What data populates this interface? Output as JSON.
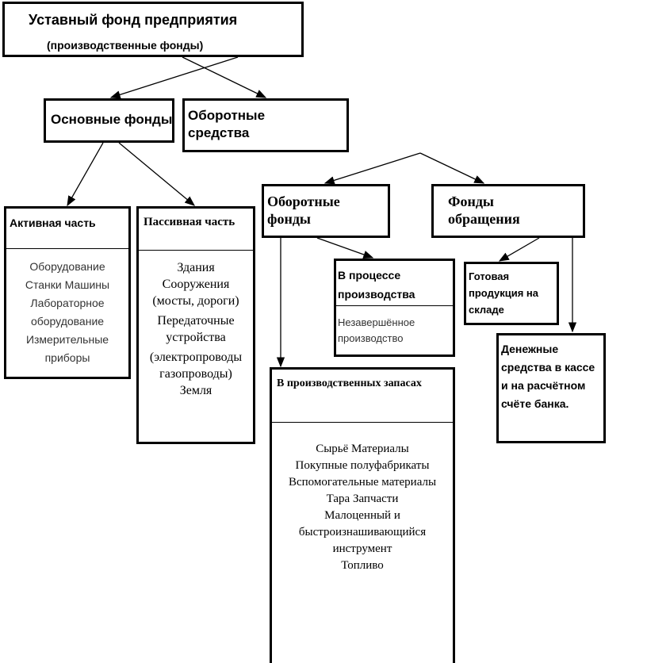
{
  "top": {
    "title": "Уставный фонд предприятия",
    "subtitle": "(производственные фонды)"
  },
  "fixed": {
    "label": "Основные фонды"
  },
  "working": {
    "label": "Оборотные средства"
  },
  "active": {
    "title": "Активная часть",
    "items": [
      "Оборудование",
      "Станки Машины",
      "Лабораторное",
      "оборудование",
      "Измерительные",
      "приборы"
    ]
  },
  "passive": {
    "title": "Пассивная часть",
    "items": [
      "Здания Сооружения (мосты, дороги)",
      "Передаточные устройства",
      "(электропроводы газопроводы) Земля"
    ]
  },
  "circulating": {
    "label": "Оборотные фонды"
  },
  "circulation": {
    "label": "Фонды обращения"
  },
  "in_process": {
    "title": "В процессе производства",
    "items": [
      "Незавершённое",
      "производство"
    ]
  },
  "finished": {
    "label": "Готовая продукция на складе"
  },
  "cash": {
    "label": "Денежные средства в кассе и на расчётном счёте банка."
  },
  "stocks": {
    "title": "В производственных запасах",
    "items": [
      "Сырьё Материалы",
      "Покупные полуфабрикаты",
      "Вспомогательные материалы",
      "Тара Запчасти",
      "Малоценный и",
      "быстроизнашивающийся",
      "инструмент",
      "Топливо"
    ]
  }
}
